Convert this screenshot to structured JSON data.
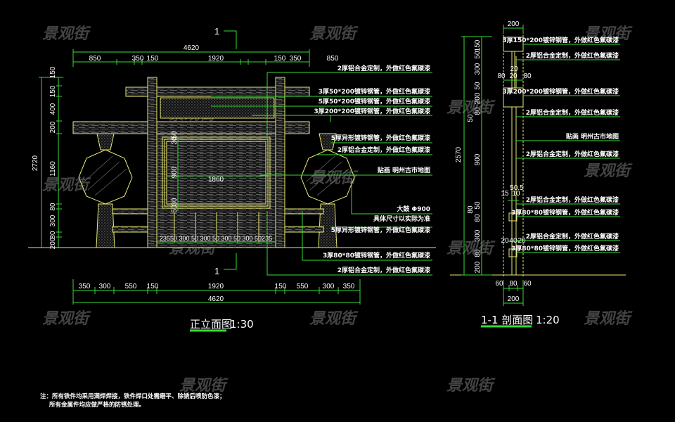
{
  "watermark": "景观街",
  "elevation": {
    "title": "正立面图",
    "scale": "1:30",
    "section_mark": "1",
    "top_dims": [
      "850",
      "350",
      "150",
      "1920",
      "150",
      "350",
      "850"
    ],
    "overall_width": "4620",
    "bottom_dims": [
      "350",
      "300",
      "550",
      "150",
      "1920",
      "150",
      "550",
      "300",
      "350"
    ],
    "left_dims": [
      "150",
      "150",
      "400",
      "200",
      "1160",
      "80",
      "300",
      "80",
      "200"
    ],
    "overall_height": "2720",
    "frame_dims": [
      "50",
      "30",
      "900",
      "30",
      "50"
    ],
    "frame_width": "1860",
    "rail_dims": "23550 300 50 300 50 300 50 300 50235",
    "labels": [
      "2厚铝合金定制，外做红色氟碳漆",
      "3厚50*200镀锌钢管，外做红色氟碳漆",
      "5厚50*200镀锌钢管，外做红色氟碳漆",
      "3厚200*200镀锌钢管，外做红色氟碳漆",
      "5厚异形镀锌钢管，外做红色氟碳漆",
      "2厚铝合金定制，外做红色氟碳漆",
      "贴画  明州古市地图",
      "大鼓  Φ900",
      "具体尺寸以实际为准",
      "5厚异形镀锌钢管，外做红色氟碳漆",
      "3厚80*80镀锌钢管，外做红色氟碳漆",
      "2厚铝合金定制，外做红色氟碳漆"
    ]
  },
  "section": {
    "title": "1-1 剖面图",
    "scale": "1:20",
    "top_width": "200",
    "bottom_dims": [
      "60",
      "80",
      "60"
    ],
    "bottom_width": "200",
    "overall_height": "2570",
    "left_dims": [
      "150",
      "50",
      "300",
      "50",
      "200",
      "80",
      "50",
      "900",
      "50",
      "80",
      "80",
      "300",
      "80",
      "200"
    ],
    "inner_dims": [
      "80",
      "20",
      "80",
      "20",
      "15",
      "10",
      "50.5",
      "20",
      "40",
      "20"
    ],
    "labels": [
      "3厚150*200镀锌钢管，外做红色氟碳漆",
      "2厚铝合金定制，外做红色氟碳漆",
      "3厚200*200镀锌钢管，外做红色氟碳漆",
      "2厚铝合金定制，外做红色氟碳漆",
      "贴画  明州古市地图",
      "2厚铝合金定制，外做红色氟碳漆",
      "2厚铝合金定制，外做红色氟碳漆",
      "3厚80*80镀锌钢管，外做红色氟碳漆",
      "2厚铝合金定制，外做红色氟碳漆",
      "3厚80*80镀锌钢管，外做红色氟碳漆"
    ]
  },
  "notes": [
    "注：所有铁件均采用满焊焊接，铁件焊口处需磨平、除锈后喷防色漆；",
    "所有金属件均应做严格的防锈处理。"
  ]
}
